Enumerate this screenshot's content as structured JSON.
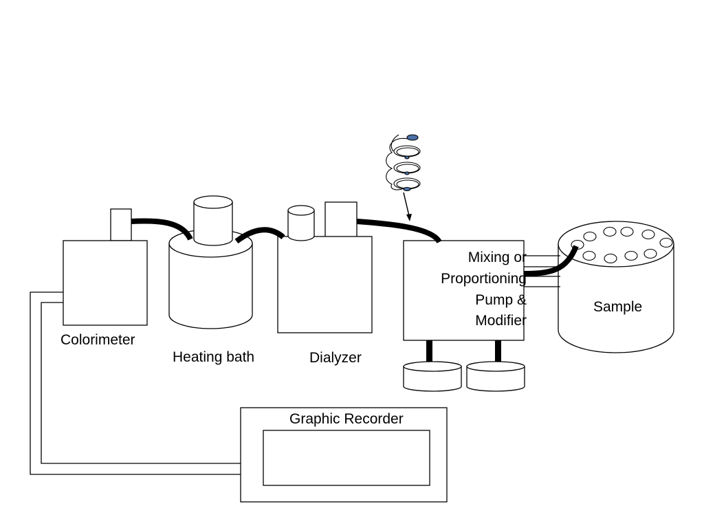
{
  "labels": {
    "colorimeter": "Colorimeter",
    "heating_bath": "Heating bath",
    "dialyzer": "Dialyzer",
    "pump_line1": "Mixing or",
    "pump_line2": "Proportioning",
    "pump_line3": "Pump &",
    "pump_line4": "Modifier",
    "sample": "Sample",
    "recorder": "Graphic Recorder"
  }
}
